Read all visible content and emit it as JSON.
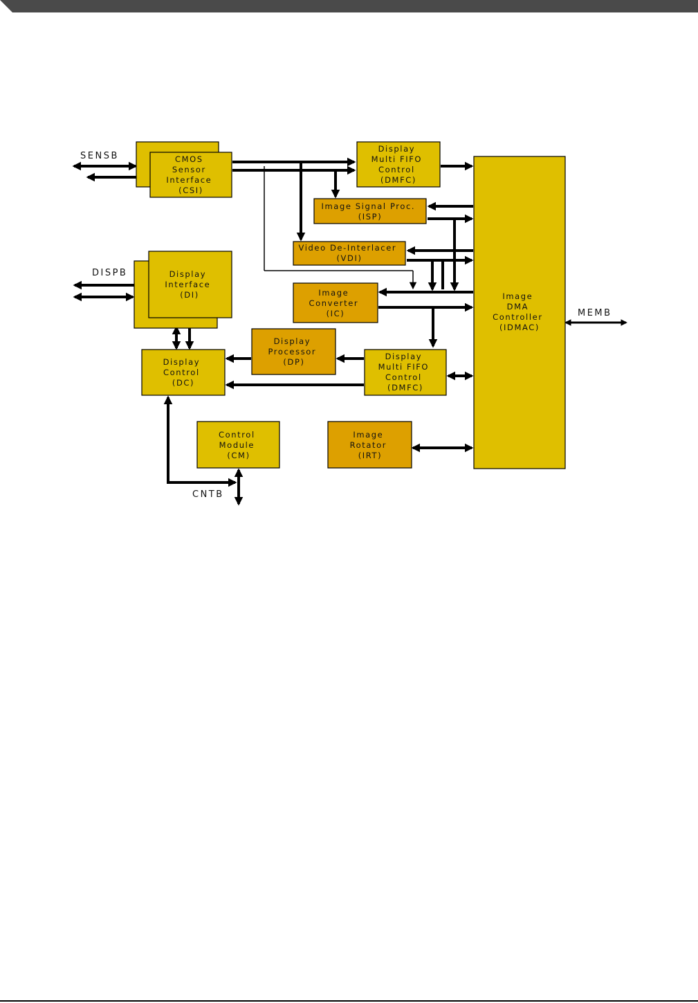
{
  "colors": {
    "block_yellow": "#DFBF00",
    "block_orange": "#DDA000",
    "line": "#000000",
    "header_bar": "#4a4a4a"
  },
  "bus_labels": {
    "sensb": "SENSB",
    "dispb": "DISPB",
    "memb": "MEMB",
    "cntb": "CNTB"
  },
  "blocks": {
    "csi": [
      "CMOS",
      "Sensor",
      "Interface",
      "(CSI)"
    ],
    "dmfc_top": [
      "Display",
      "Multi FIFO",
      "Control",
      "(DMFC)"
    ],
    "isp": [
      "Image Signal Proc.",
      "(ISP)"
    ],
    "vdi": [
      "Video De-Interlacer",
      "(VDI)"
    ],
    "di": [
      "Display",
      "Interface",
      "(DI)"
    ],
    "ic": [
      "Image",
      "Converter",
      "(IC)"
    ],
    "dp": [
      "Display",
      "Processor",
      "(DP)"
    ],
    "dmfc_bottom": [
      "Display",
      "Multi FIFO",
      "Control",
      "(DMFC)"
    ],
    "dc": [
      "Display",
      "Control",
      "(DC)"
    ],
    "cm": [
      "Control",
      "Module",
      "(CM)"
    ],
    "irt": [
      "Image",
      "Rotator",
      "(IRT)"
    ],
    "idmac": [
      "Image",
      "DMA",
      "Controller",
      "(IDMAC)"
    ]
  }
}
